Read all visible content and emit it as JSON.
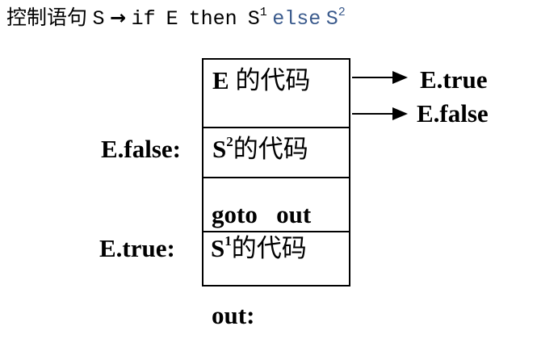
{
  "header": {
    "prefix": "控制语句",
    "s": "S",
    "arrow": "→",
    "kw_if": "if",
    "e": "E",
    "kw_then": "then",
    "s1": "S",
    "s1_sup": "1",
    "kw_else": "else",
    "s2": "S",
    "s2_sup": "2"
  },
  "diagram": {
    "block_e_code": "E",
    "block_code_suffix": "的代码",
    "block_s2": "S",
    "block_s2_sup": "2",
    "block_goto": "goto",
    "block_out": "out",
    "block_s1": "S",
    "block_s1_sup": "1",
    "label_e_false": "E.false:",
    "label_e_true": "E.true:",
    "label_out": "out:",
    "target_true": "E.true",
    "target_false": "E.false"
  }
}
